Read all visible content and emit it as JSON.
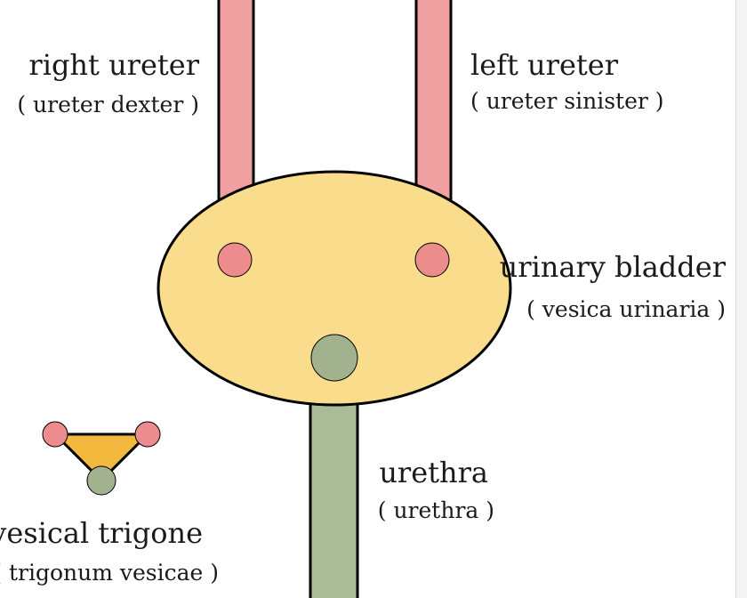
{
  "colors": {
    "ureter": "#f0a0a0",
    "bladder": "#f9dc8c",
    "orifice": "#ec8c8c",
    "urethra": "#aabb98",
    "urethral_orifice": "#a3b28e",
    "trigone": "#f3b93e",
    "outline": "#000000"
  },
  "labels": {
    "right_ureter": {
      "name": "right ureter",
      "latin": "( ureter dexter )"
    },
    "left_ureter": {
      "name": "left ureter",
      "latin": "( ureter sinister )"
    },
    "bladder": {
      "name": "urinary bladder",
      "latin": "( vesica urinaria )"
    },
    "urethra": {
      "name": "urethra",
      "latin": "( urethra )"
    },
    "trigone": {
      "name": "vesical trigone",
      "latin": "( trigonum vesicae )"
    }
  }
}
